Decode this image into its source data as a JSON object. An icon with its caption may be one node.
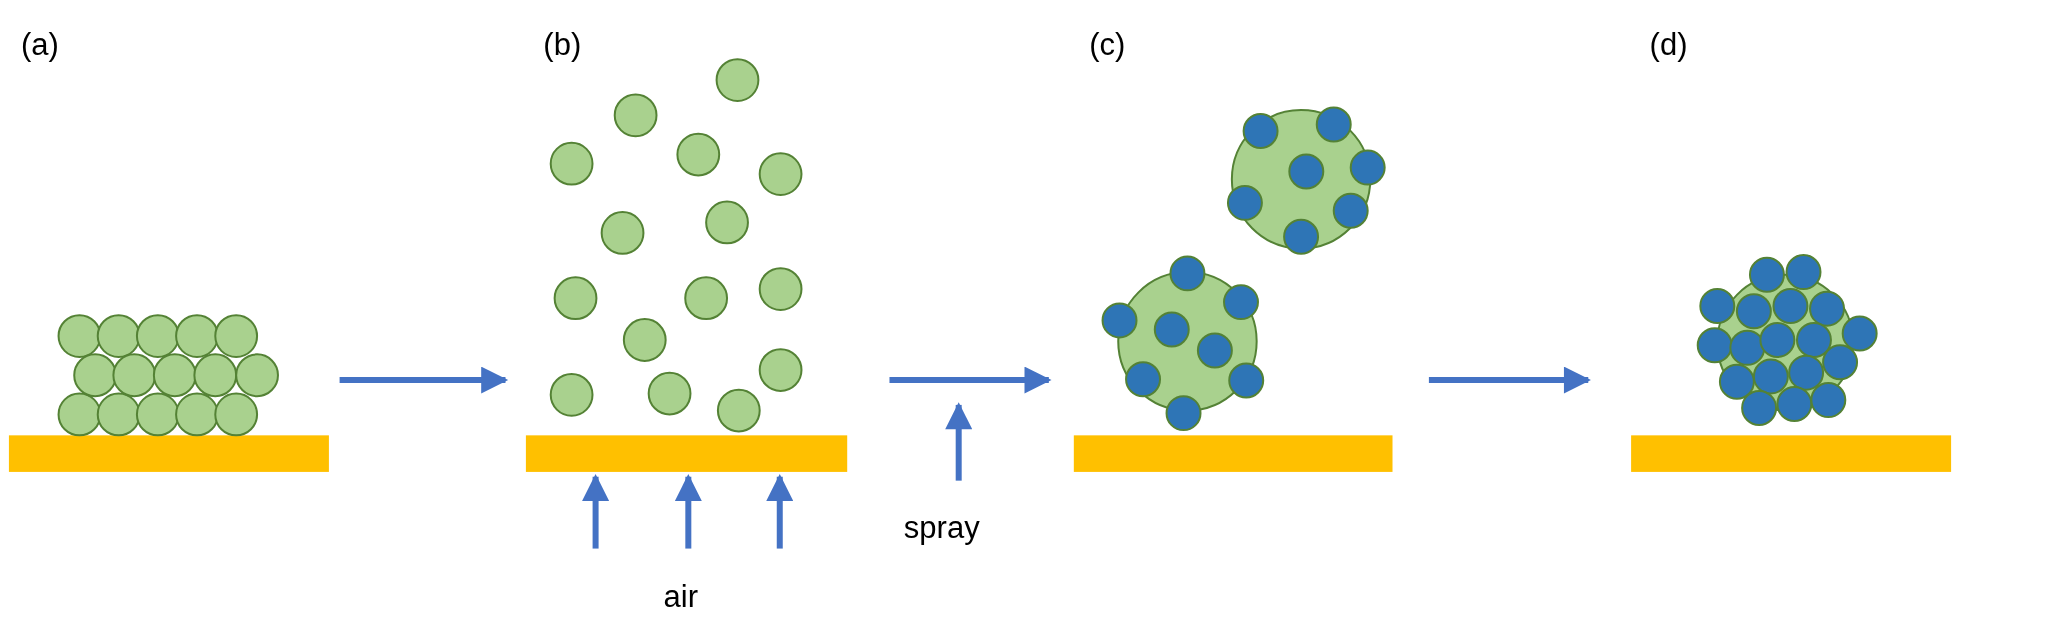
{
  "diagram": {
    "nodes": [
      {
        "text": [
          "(a)"
        ]
      },
      {
        "text": [
          "(b)"
        ]
      },
      {
        "text": [
          "(c)"
        ]
      },
      {
        "text": [
          "(d)"
        ]
      }
    ],
    "edges": [
      {
        "from": 0,
        "to": 1,
        "arrow": "to"
      },
      {
        "from": 1,
        "to": 2,
        "arrow": "to"
      },
      {
        "from": 2,
        "to": 3,
        "arrow": "to"
      }
    ],
    "labels": [
      "air",
      "spray"
    ]
  }
}
